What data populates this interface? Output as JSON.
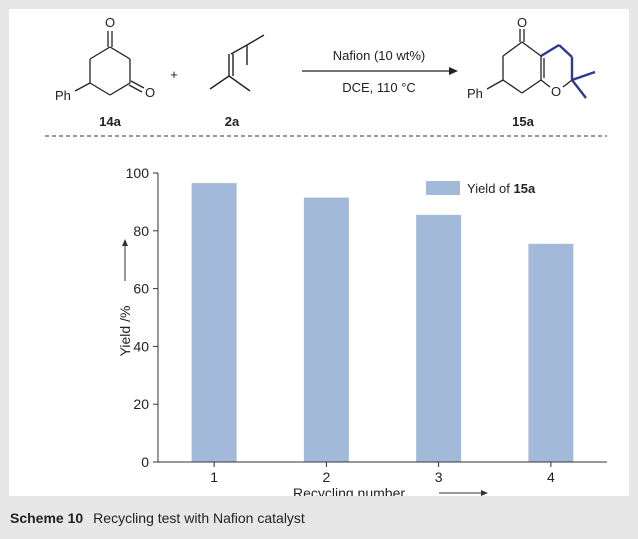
{
  "scheme": {
    "reactant1": {
      "label": "14a",
      "ph": "Ph",
      "o_top": "O",
      "o_right": "O"
    },
    "plus": "+",
    "reactant2": {
      "label": "2a"
    },
    "conditions": {
      "above": "Nafion (10 wt%)",
      "below": "DCE, 110 °C"
    },
    "product": {
      "label": "15a",
      "ph": "Ph",
      "o_top": "O",
      "o_ring": "O"
    }
  },
  "caption": {
    "label": "Scheme 10",
    "text": "Recycling test with Nafion catalyst"
  },
  "chart_data": {
    "type": "bar",
    "categories": [
      "1",
      "2",
      "3",
      "4"
    ],
    "series": [
      {
        "name": "Yield of 15a",
        "values": [
          96.5,
          91.5,
          85.5,
          75.5
        ]
      }
    ],
    "legend_prefix": "Yield of ",
    "legend_bold": "15a",
    "xlabel": "Recycling number",
    "ylabel": "Yield /%",
    "ylim": [
      0,
      100
    ],
    "yticks": [
      0,
      20,
      40,
      60,
      80,
      100
    ],
    "grid": false,
    "legend_position": "top-right",
    "bar_color": "#a3b9d9"
  }
}
